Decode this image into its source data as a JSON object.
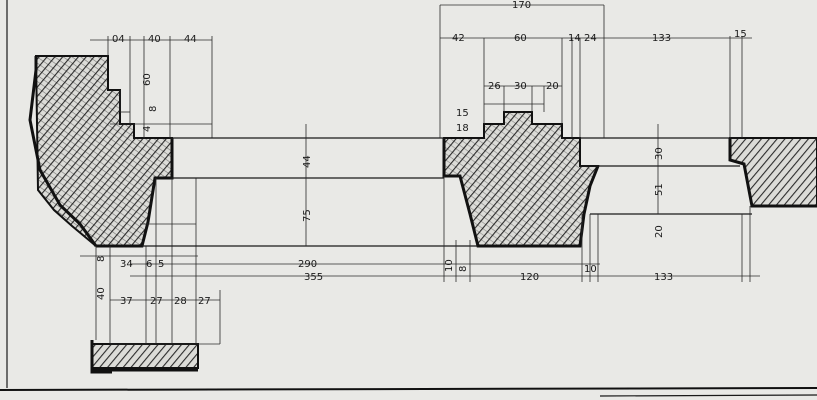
{
  "colors": {
    "paper": "#e9e9e6",
    "ink": "#111111",
    "hatch": "#2b2b2b"
  },
  "dimensions": {
    "top_170": "170",
    "top_04": "04",
    "top_40": "40",
    "top_44": "44",
    "top_42": "42",
    "top_60": "60",
    "top_14": "14",
    "top_24": "24",
    "top_133": "133",
    "top_15": "15",
    "v_60": "60",
    "v_8": "8",
    "v_4": "4",
    "v_26": "26",
    "v_30": "30",
    "v_20": "20",
    "v_15": "15",
    "v_18": "18",
    "v_44": "44",
    "v_75": "75",
    "v_30r": "30",
    "v_51": "51",
    "v_20r": "20",
    "v_40": "40",
    "v_8b": "8",
    "b_34": "34",
    "b_6": "6",
    "b_5": "5",
    "b_290": "290",
    "b_355": "355",
    "b_10": "10",
    "b_8": "8",
    "b_120": "120",
    "b_10b": "10",
    "b_133": "133",
    "b_37": "37",
    "b_27a": "27",
    "b_28": "28",
    "b_27b": "27"
  }
}
